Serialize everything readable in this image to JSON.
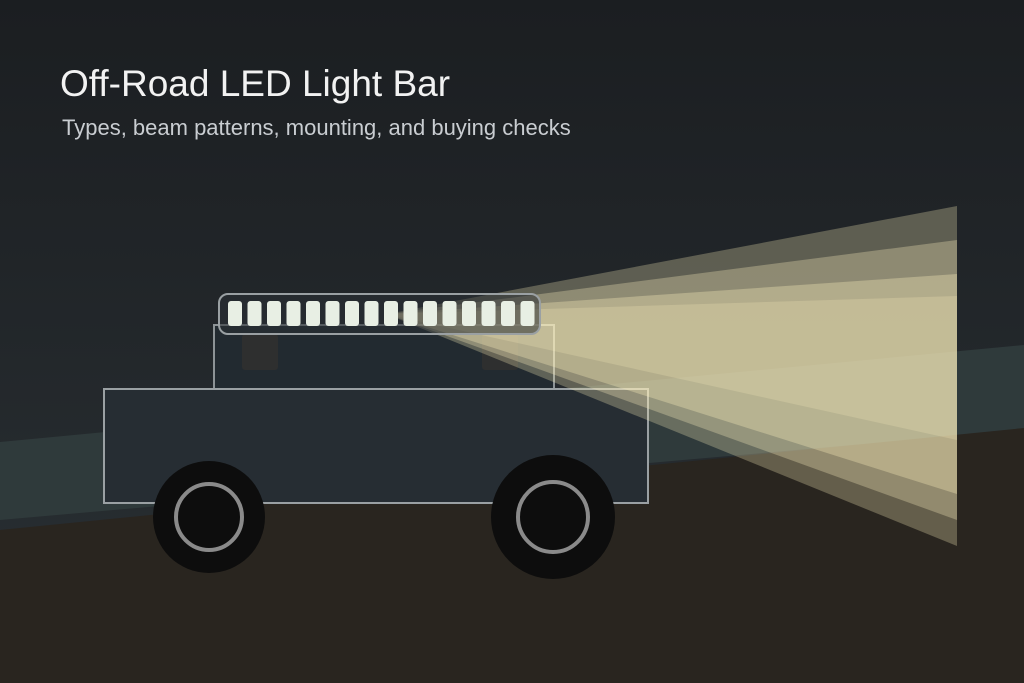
{
  "header": {
    "title": "Off-Road LED Light Bar",
    "subtitle": "Types, beam patterns, mounting, and buying checks"
  },
  "illustration": {
    "led_count": 16,
    "colors": {
      "sky_top": "#1b1e21",
      "sky_bottom": "#2a3034",
      "ground": "#29251f",
      "horizon_glow": "#2f3a3b",
      "vehicle_body": "#262d33",
      "vehicle_outline": "#9aa0a3",
      "light_bar_frame": "#9aa0a3",
      "led": "#e8efe4",
      "beam_light": "#fff3bf",
      "tire": "#0d0d0d",
      "rim": "#8a8a8a"
    }
  }
}
